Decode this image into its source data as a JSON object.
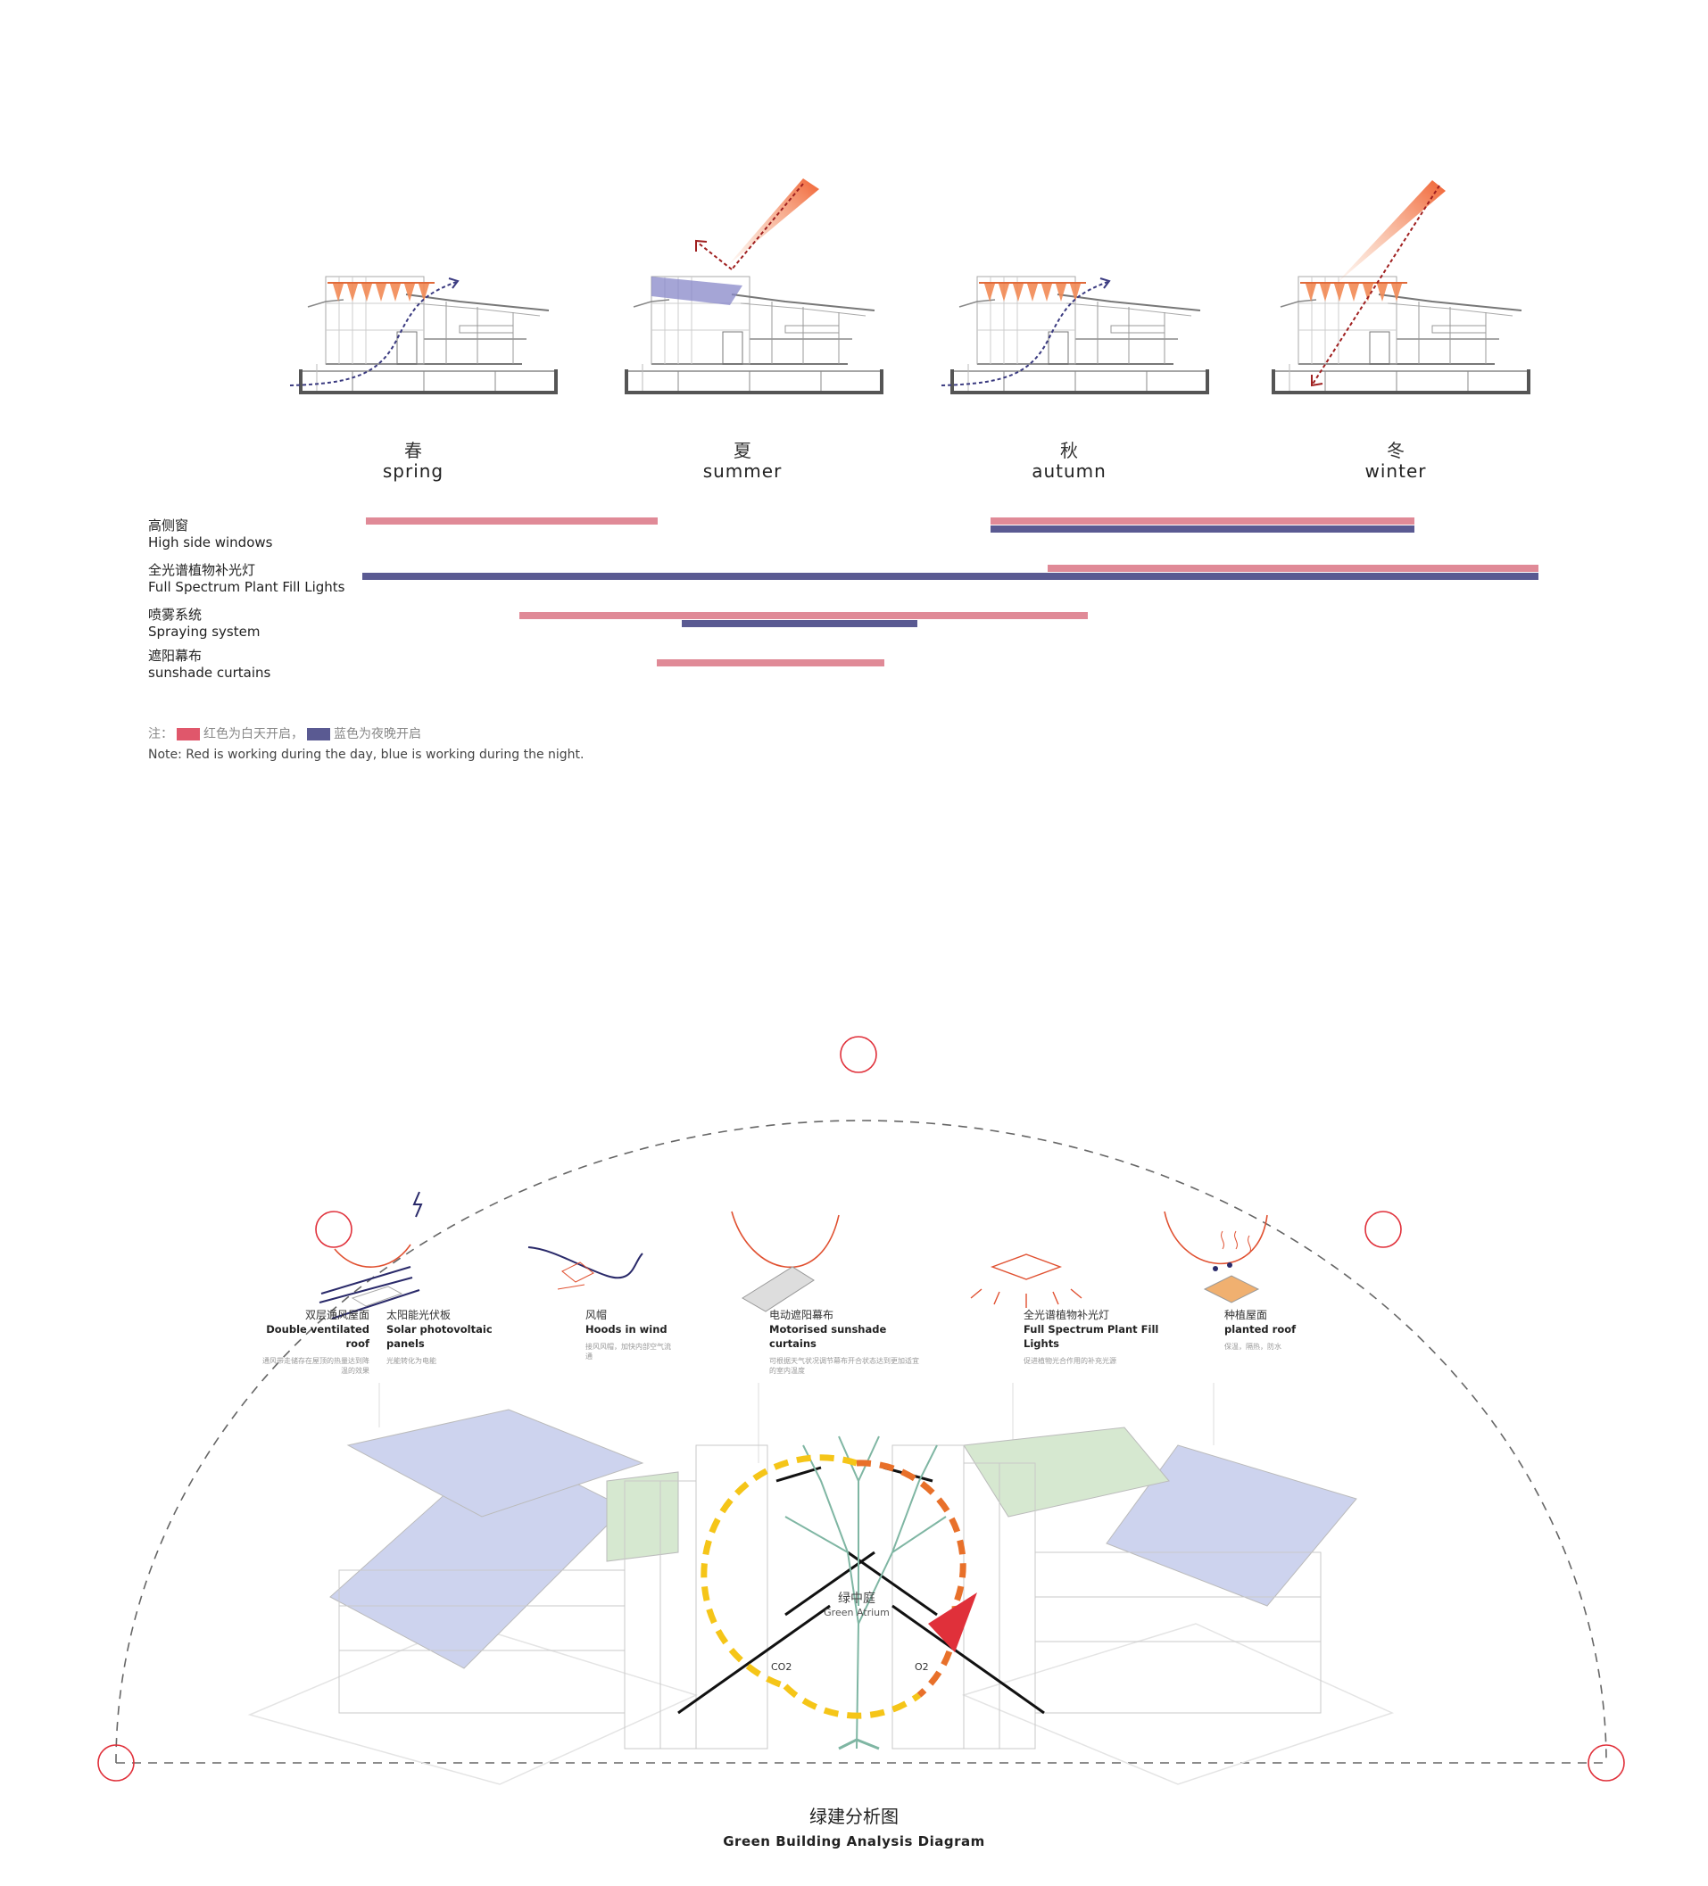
{
  "colors": {
    "day": "#e08a97",
    "night": "#5a5a92",
    "accent_red": "#e0303a",
    "sun_orange": "#f07040",
    "tree_green": "#7fb6a3",
    "co2_yellow": "#f5c518",
    "o2_orange": "#e8702a"
  },
  "seasons": [
    {
      "zh": "春",
      "en": "spring"
    },
    {
      "zh": "夏",
      "en": "summer"
    },
    {
      "zh": "秋",
      "en": "autumn"
    },
    {
      "zh": "冬",
      "en": "winter"
    }
  ],
  "schedule": {
    "rows": [
      {
        "zh": "高侧窗",
        "en": "High side windows"
      },
      {
        "zh": "全光谱植物补光灯",
        "en": "Full Spectrum Plant Fill Lights"
      },
      {
        "zh": "喷雾系统",
        "en": "Spraying system"
      },
      {
        "zh": "遮阳幕布",
        "en": "sunshade curtains"
      }
    ],
    "note_zh_prefix": "注：",
    "note_zh_red": "红色为白天开启，",
    "note_zh_blue": "蓝色为夜晚开启",
    "note_en": "Note: Red is working during the day, blue is working during the night."
  },
  "features": [
    {
      "zh": "双层通风屋面",
      "en": "Double ventilated roof",
      "desc": "通风带走储存在屋顶的热量达到降温的效果",
      "icon": "double-roof-icon"
    },
    {
      "zh": "太阳能光伏板",
      "en": "Solar photovoltaic panels",
      "desc": "光能转化为电能",
      "icon": "solar-panel-icon"
    },
    {
      "zh": "风帽",
      "en": "Hoods in wind",
      "desc": "接风风帽，加快内部空气流通",
      "icon": "wind-hood-icon"
    },
    {
      "zh": "电动遮阳幕布",
      "en": "Motorised sunshade curtains",
      "desc": "可根据天气状况调节幕布开合状态达到更加适宜的室内温度",
      "icon": "sunshade-curtain-icon"
    },
    {
      "zh": "全光谱植物补光灯",
      "en": "Full Spectrum Plant Fill Lights",
      "desc": "促进植物光合作用的补充光源",
      "icon": "fill-light-icon"
    },
    {
      "zh": "种植屋面",
      "en": "planted roof",
      "desc": "保温，隔热，防水",
      "icon": "planted-roof-icon"
    }
  ],
  "atrium": {
    "zh": "绿中庭",
    "en": "Green Atrium",
    "co2": "CO2",
    "o2": "O2"
  },
  "title": {
    "zh": "绿建分析图",
    "en": "Green Building Analysis Diagram"
  }
}
